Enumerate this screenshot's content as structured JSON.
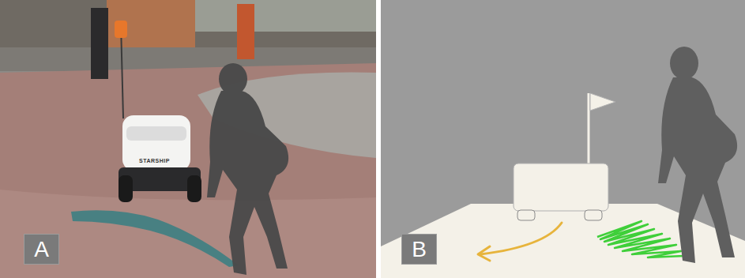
{
  "diagram": {
    "nodes": [
      {
        "text": [
          "A"
        ]
      },
      {
        "text": [
          "B"
        ]
      }
    ],
    "labels": [
      "STARSHIP"
    ]
  }
}
